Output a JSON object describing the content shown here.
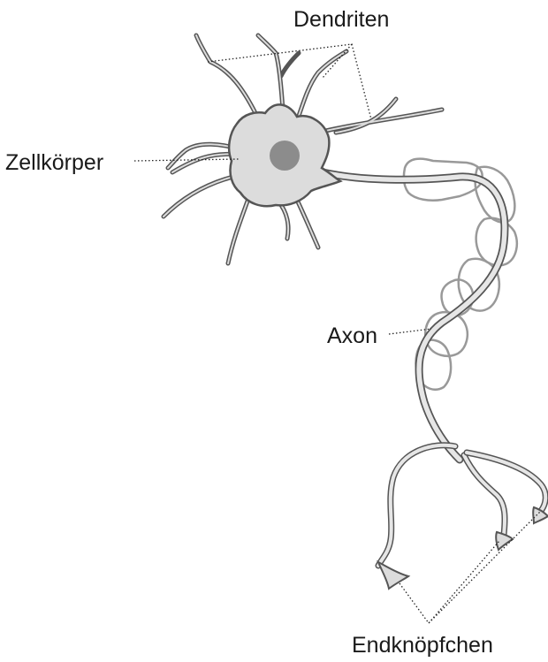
{
  "labels": {
    "dendrites": "Dendriten",
    "cell_body": "Zellkörper",
    "axon": "Axon",
    "terminals": "Endknöpfchen"
  },
  "colors": {
    "cell_fill": "#dcdcdc",
    "cell_outline": "#555555",
    "nucleus": "#8c8c8c",
    "myelin_outline": "#999999",
    "axon_fill": "#e6e6e6",
    "leader_line": "#222222",
    "text": "#1a1a1a"
  }
}
